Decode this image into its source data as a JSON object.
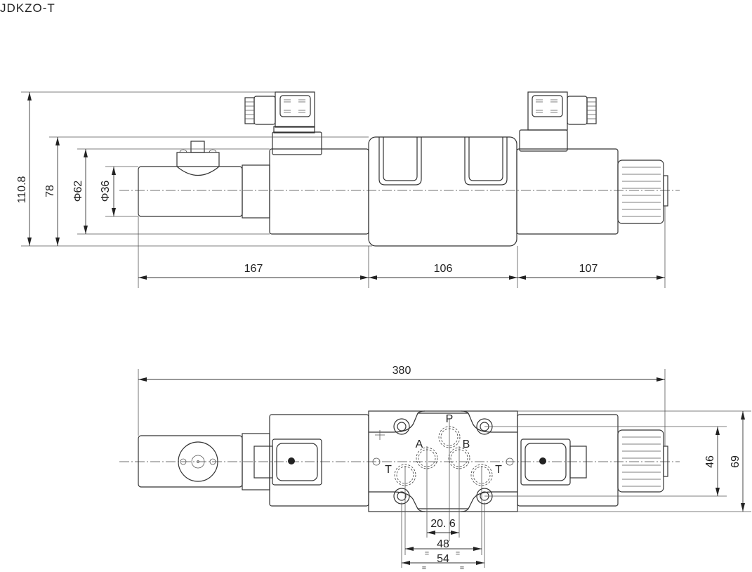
{
  "title": "JDKZO-T",
  "front_view": {
    "dims": {
      "height_total": "110.8",
      "height_body": "78",
      "dia_solenoid": "Φ62",
      "dia_tube": "Φ36",
      "len_left": "167",
      "len_mid": "106",
      "len_right": "107"
    }
  },
  "bottom_view": {
    "dims": {
      "overall_length": "380",
      "bolt_spacing_v": "46",
      "block_height": "69",
      "port_ab": "20. 6",
      "port_t": "48",
      "bolt_h": "54",
      "eq": "="
    },
    "ports": {
      "p": "P",
      "a": "A",
      "b": "B",
      "t_left": "T",
      "t_right": "T"
    }
  }
}
